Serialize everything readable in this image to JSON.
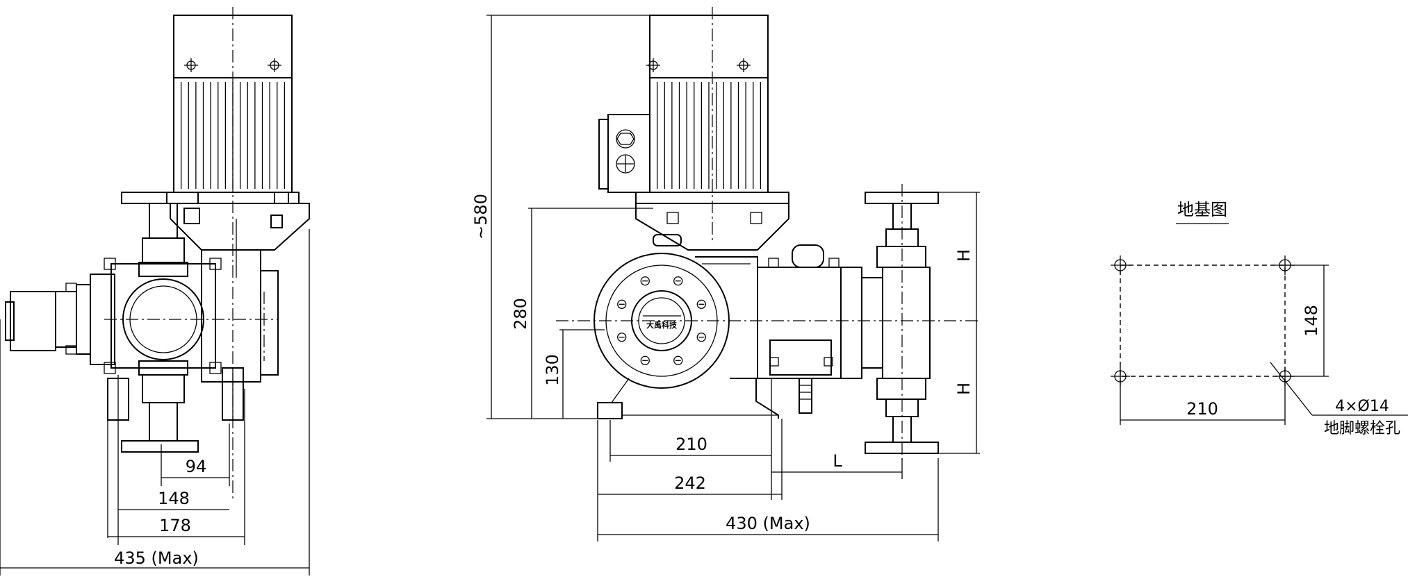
{
  "front_view": {
    "dims": {
      "d94": "94",
      "d148": "148",
      "d178": "178",
      "d435": "435 (Max)"
    }
  },
  "side_view": {
    "dims": {
      "d580": "~580",
      "d280": "280",
      "d130": "130",
      "d210": "210",
      "d242": "242",
      "d430": "430 (Max)",
      "dL": "L",
      "dH1": "H",
      "dH2": "H"
    },
    "nameplate": {
      "brand": "大禹科技"
    }
  },
  "foundation_plan": {
    "title": "地基图",
    "dim_width": "210",
    "dim_height": "148",
    "hole_spec": "4×Ø14",
    "hole_label": "地脚螺栓孔"
  },
  "colors": {
    "line": "#000000",
    "background": "#ffffff"
  }
}
